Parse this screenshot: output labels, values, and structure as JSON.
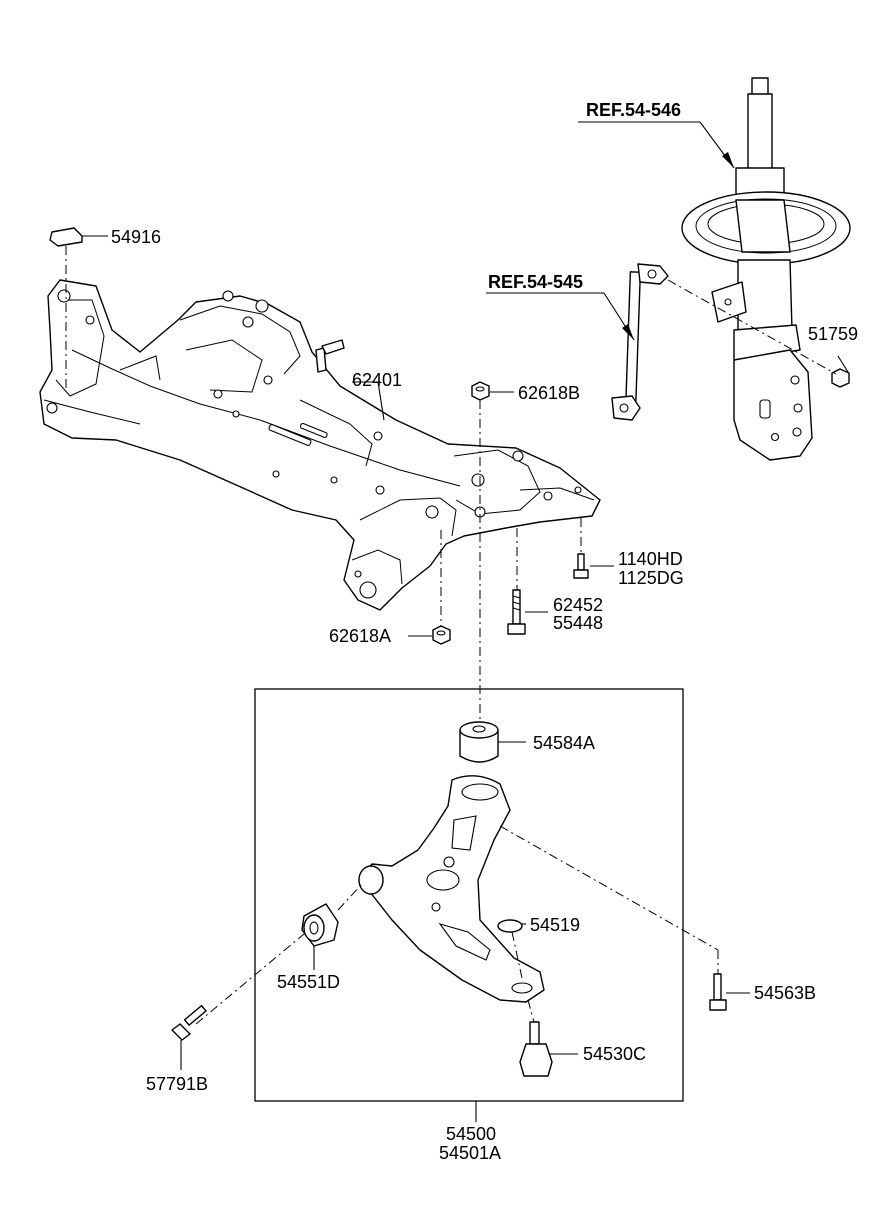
{
  "labels": {
    "ref_54_546": "REF.54-546",
    "ref_54_545": "REF.54-545",
    "p54916": "54916",
    "p62401": "62401",
    "p62618B": "62618B",
    "p51759": "51759",
    "p1140HD": "1140HD",
    "p1125DG": "1125DG",
    "p62452": "62452",
    "p55448": "55448",
    "p62618A": "62618A",
    "p54584A": "54584A",
    "p54519": "54519",
    "p54551D": "54551D",
    "p54563B": "54563B",
    "p54530C": "54530C",
    "p57791B": "57791B",
    "p54500": "54500",
    "p54501A": "54501A"
  }
}
